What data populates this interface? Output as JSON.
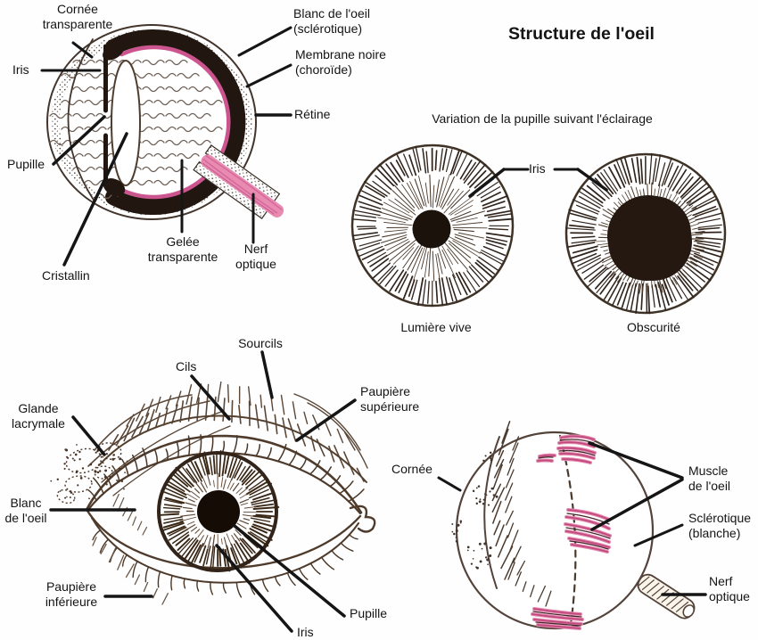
{
  "title": "Structure de l'oeil",
  "cross_section": {
    "labels": {
      "cornee": "Cornée transparente",
      "iris": "Iris",
      "pupille": "Pupille",
      "cristallin": "Cristallin",
      "gelee": "Gelée transparente",
      "nerf_optique": "Nerf optique",
      "sclerotique": "Blanc de l'oeil (sclérotique)",
      "choroide": "Membrane noire (choroïde)",
      "retine": "Rétine"
    }
  },
  "pupil_variation": {
    "subtitle": "Variation de la pupille suivant l'éclairage",
    "iris": "Iris",
    "bright_label": "Lumière vive",
    "dark_label": "Obscurité"
  },
  "front_view": {
    "labels": {
      "sourcils": "Sourcils",
      "cils": "Cils",
      "paupiere_superieure": "Paupière supérieure",
      "glande_lacrymale": "Glande lacrymale",
      "blanc_oeil": "Blanc de l'oeil",
      "paupiere_inferieure": "Paupière inférieure",
      "iris": "Iris",
      "pupille": "Pupille"
    }
  },
  "side_view": {
    "labels": {
      "cornee": "Cornée",
      "muscle": "Muscle de l'oeil",
      "sclerotique": "Sclérotique (blanche)",
      "nerf_optique": "Nerf optique"
    }
  },
  "colors": {
    "ink": "#43352c",
    "ring_black": "#221710",
    "pink": "#d4578f",
    "label_text": "#141414",
    "background": "#ffffff"
  }
}
